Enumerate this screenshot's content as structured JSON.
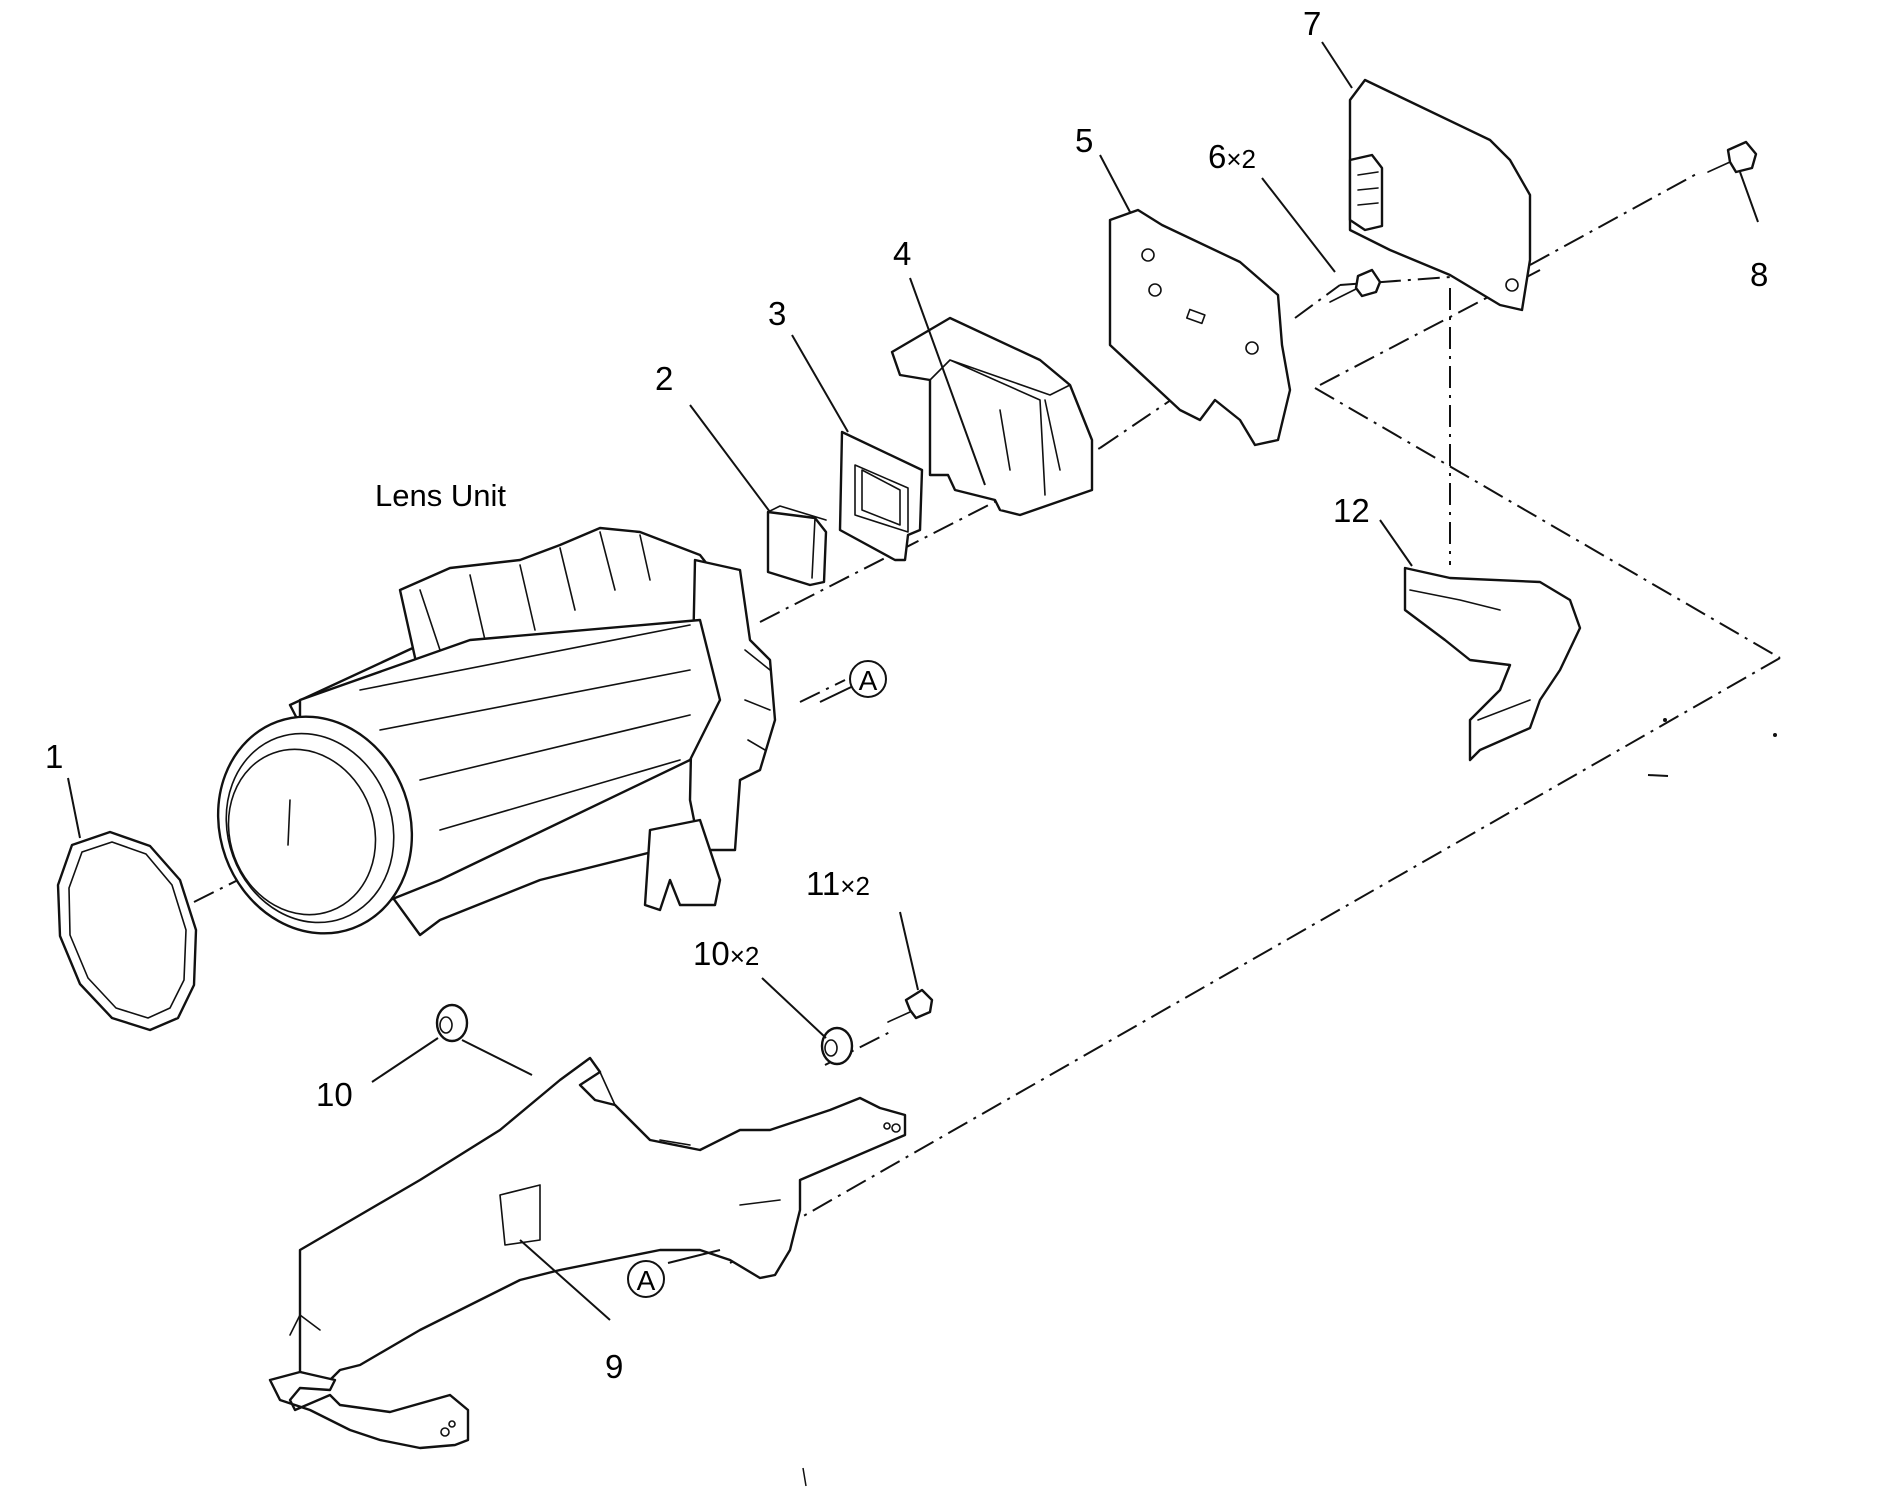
{
  "diagram": {
    "lens_unit_label": "Lens Unit",
    "reference_mark": "A",
    "parts": [
      {
        "number": "1"
      },
      {
        "number": "2"
      },
      {
        "number": "3"
      },
      {
        "number": "4"
      },
      {
        "number": "5"
      },
      {
        "number": "6",
        "quantity": "×2"
      },
      {
        "number": "7"
      },
      {
        "number": "8"
      },
      {
        "number": "9"
      },
      {
        "number": "10"
      },
      {
        "number": "10",
        "quantity": "×2"
      },
      {
        "number": "11",
        "quantity": "×2"
      },
      {
        "number": "12"
      }
    ]
  }
}
